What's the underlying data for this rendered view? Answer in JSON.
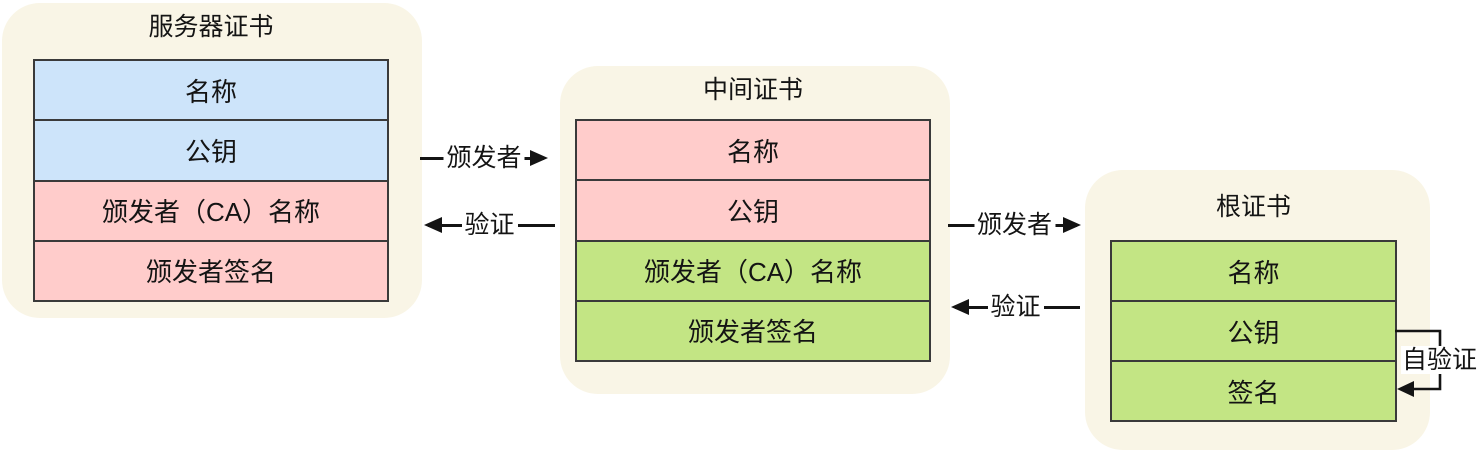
{
  "colors": {
    "page_bg": "#ffffff",
    "container_bg": "#f9f5e6",
    "row_blue": "#cde4fa",
    "row_pink": "#ffcccb",
    "row_green": "#c3e584",
    "border": "#3a3a3a",
    "arrow": "#141414",
    "ink": "#141414"
  },
  "groups": {
    "server": {
      "title": "服务器证书",
      "rows": [
        {
          "label": "名称",
          "color": "blue"
        },
        {
          "label": "公钥",
          "color": "blue"
        },
        {
          "label": "颁发者（CA）名称",
          "color": "pink"
        },
        {
          "label": "颁发者签名",
          "color": "pink"
        }
      ]
    },
    "intermediate": {
      "title": "中间证书",
      "rows": [
        {
          "label": "名称",
          "color": "pink"
        },
        {
          "label": "公钥",
          "color": "pink"
        },
        {
          "label": "颁发者（CA）名称",
          "color": "green"
        },
        {
          "label": "颁发者签名",
          "color": "green"
        }
      ]
    },
    "root": {
      "title": "根证书",
      "rows": [
        {
          "label": "名称",
          "color": "green"
        },
        {
          "label": "公钥",
          "color": "green"
        },
        {
          "label": "签名",
          "color": "green"
        }
      ]
    }
  },
  "arrows": {
    "issuer1": {
      "label": "颁发者",
      "direction": "right"
    },
    "verify1": {
      "label": "验证",
      "direction": "left"
    },
    "issuer2": {
      "label": "颁发者",
      "direction": "right"
    },
    "verify2": {
      "label": "验证",
      "direction": "left"
    },
    "selfverify": {
      "label": "自验证",
      "direction": "self-loop"
    }
  }
}
